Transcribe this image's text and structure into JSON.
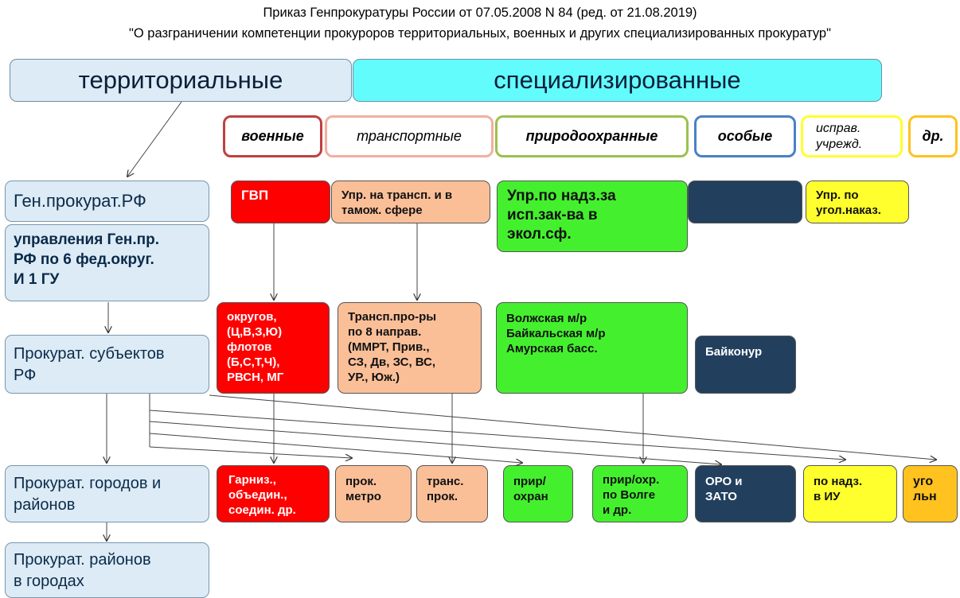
{
  "title": {
    "line1": "Приказ Генпрокуратуры России от 07.05.2008 N 84 (ред. от 21.08.2019)",
    "line2": "\"О разграничении компетенции прокуроров территориальных, военных и других специализированных прокуратур\""
  },
  "headers": {
    "territorial": "территориальные",
    "specialized": "специализированные"
  },
  "categories": {
    "military": "военные",
    "transport": "транспортные",
    "nature": "природоохранные",
    "special": "особые",
    "corrections_1": "исправ.",
    "corrections_2": "учрежд.",
    "other": "др."
  },
  "territorial_levels": {
    "gen_prosecutor": "Ген.прокурат.РФ",
    "districts": [
      "управления Ген.пр.",
      "РФ по 6 фед.округ.",
      "И 1 ГУ"
    ],
    "subjects": [
      "Прокурат. субъектов",
      "РФ"
    ],
    "cities": [
      "Прокурат. городов и",
      "районов"
    ],
    "city_districts": [
      "Прокурат. районов",
      "в городах"
    ]
  },
  "level1": {
    "military": "ГВП",
    "transport": [
      "Упр. на трансп. и в",
      "тамож. сфере"
    ],
    "nature": [
      "Упр.по надз.за",
      "исп.зак-ва в",
      "экол.сф."
    ],
    "corrections": [
      "Упр. по",
      "угол.наказ."
    ]
  },
  "level2": {
    "military": [
      "округов,",
      "(Ц,В,З,Ю)",
      "флотов",
      "(Б,С,Т,Ч),",
      "РВСН, МГ"
    ],
    "transport": [
      "Трансп.про-ры",
      "по 8 направ.",
      "(ММРТ, Прив.,",
      "СЗ, Дв, ЗС, ВС,",
      "УР., Юж.)"
    ],
    "nature": [
      "Волжская м/р",
      "Байкальская м/р",
      "Амурская басс."
    ],
    "special": "Байконур"
  },
  "level3": {
    "garrison": [
      "Гарниз.,",
      "объедин.,",
      "соедин. др."
    ],
    "metro": [
      "прок.",
      "метро"
    ],
    "trans": [
      "транс.",
      "прок."
    ],
    "nature_local": [
      "прир/",
      "охран"
    ],
    "volga": [
      "прир/охр.",
      "по Волге",
      "и др."
    ],
    "oro": [
      "ОРО и",
      "ЗАТО"
    ],
    "iu": [
      "по надз.",
      "в ИУ"
    ],
    "ugoln": [
      "уго",
      "льн"
    ]
  },
  "colors": {
    "military_red": "#ff0000",
    "transport_peach": "#fbbf98",
    "nature_green": "#44f02e",
    "special_navy": "#22405e",
    "corrections_yellow": "#ffff2e",
    "other_orange": "#ffc21e",
    "territorial_blue": "#dcebf5",
    "specialized_cyan": "#62fcfc"
  }
}
